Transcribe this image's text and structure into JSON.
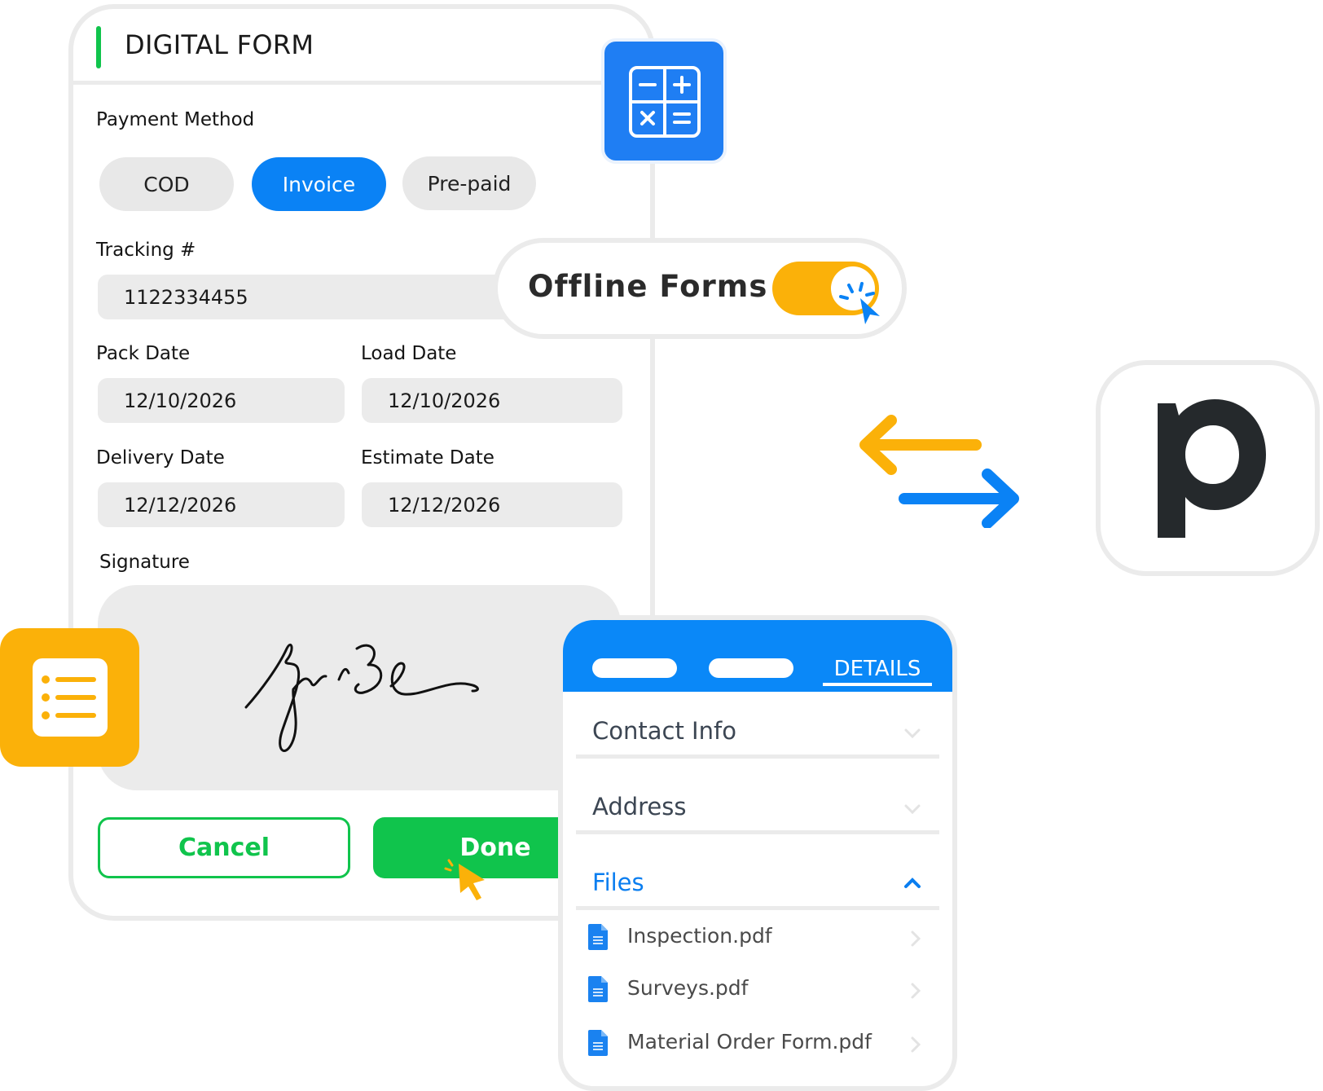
{
  "form": {
    "title": "DIGITAL FORM",
    "payment_label": "Payment Method",
    "payment_options": [
      "COD",
      "Invoice",
      "Pre-paid"
    ],
    "payment_selected": "Invoice",
    "tracking_label": "Tracking #",
    "tracking_value": "1122334455",
    "pack_date_label": "Pack Date",
    "pack_date_value": "12/10/2026",
    "load_date_label": "Load Date",
    "load_date_value": "12/10/2026",
    "delivery_date_label": "Delivery Date",
    "delivery_date_value": "12/12/2026",
    "estimate_date_label": "Estimate Date",
    "estimate_date_value": "12/12/2026",
    "signature_label": "Signature",
    "cancel_label": "Cancel",
    "done_label": "Done"
  },
  "offline": {
    "label": "Offline Forms",
    "toggle_on": true
  },
  "details": {
    "tab_label": "DETAILS",
    "sections": [
      {
        "title": "Contact Info",
        "expanded": false
      },
      {
        "title": "Address",
        "expanded": false
      },
      {
        "title": "Files",
        "expanded": true
      }
    ],
    "files": [
      "Inspection.pdf",
      "Surveys.pdf",
      "Material Order Form.pdf"
    ]
  },
  "icons": {
    "calculator": "calculator-icon",
    "list": "list-icon",
    "sync": "sync-arrows-icon",
    "pipedrive": "pipedrive-logo"
  },
  "colors": {
    "green": "#10c44c",
    "blue": "#0a82f5",
    "yellow": "#fbb109",
    "grey": "#ebebeb",
    "dark": "#25292c"
  }
}
